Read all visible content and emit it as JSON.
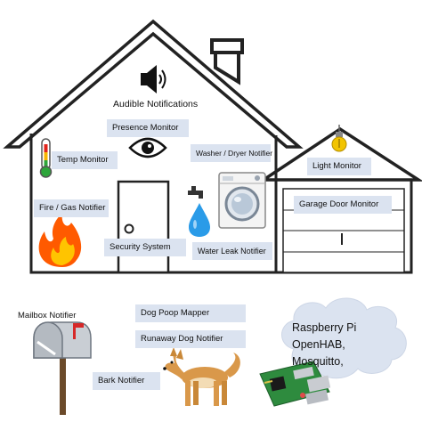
{
  "labels": {
    "audible": "Audible Notifications",
    "presence": "Presence Monitor",
    "temp": "Temp Monitor",
    "washer": "Washer / Dryer Notifier",
    "light": "Light Monitor",
    "fire": "Fire / Gas Notifier",
    "garage": "Garage Door Monitor",
    "security": "Security System",
    "water": "Water Leak Notifier",
    "mailbox": "Mailbox Notifier",
    "poop": "Dog Poop Mapper",
    "runaway": "Runaway Dog Notifier",
    "bark": "Bark Notifier"
  },
  "cloud": {
    "line1": "Raspberry Pi",
    "line2": "OpenHAB, Mosquitto,"
  },
  "colors": {
    "label_bg": "#dbe3f0",
    "outline": "#222222",
    "flame_outer": "#ff5a00",
    "flame_inner": "#ffc400",
    "water_drop": "#2a9be8",
    "bulb": "#f2c400",
    "dog": "#d9984a",
    "pcb": "#2e8b3e"
  },
  "icons": [
    "speaker-icon",
    "eye-icon",
    "thermometer-icon",
    "flame-icon",
    "faucet-icon",
    "water-drop-icon",
    "washing-machine-icon",
    "light-bulb-icon",
    "mailbox-icon",
    "dog-icon",
    "raspberry-pi-board-icon",
    "cloud-icon"
  ]
}
